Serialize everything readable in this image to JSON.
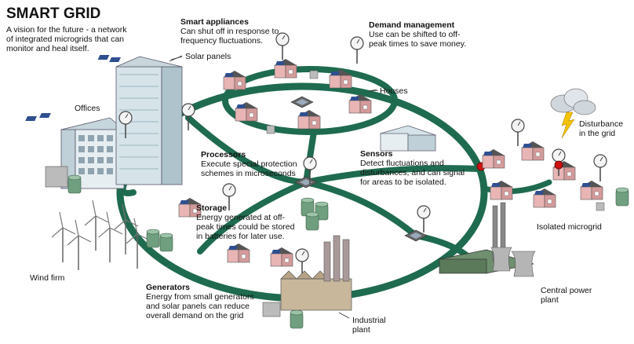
{
  "title": "SMART GRID",
  "subtitle": "A vision for the future - a network\nof integrated microgrids that can\nmonitor and heal itself.",
  "callouts": {
    "smart_appliances": {
      "heading": "Smart appliances",
      "body": "Can shut off in response to\nfrequency fluctuations."
    },
    "demand_management": {
      "heading": "Demand management",
      "body": "Use can be shifted to off-\npeak times to save money."
    },
    "processors": {
      "heading": "Processors",
      "body": "Execute special protection\nschemes in microseconds"
    },
    "sensors": {
      "heading": "Sensors",
      "body": "Detect fluctuations and\ndisturbances, and can signal\nfor areas to be isolated."
    },
    "storage": {
      "heading": "Storage",
      "body": "Energy generated at off-\npeak times could be stored\nin batteries for later use."
    },
    "generators": {
      "heading": "Generators",
      "body": "Energy from small generators\nand solar panels can reduce\noverall demand on the grid"
    }
  },
  "labels": {
    "solar_panels": "Solar panels",
    "offices": "Offices",
    "houses": "Houses",
    "disturbance": "Disturbance\nin the grid",
    "isolated_microgrid": "Isolated microgrid",
    "wind_farm": "Wind firm",
    "industrial_plant": "Industrial\nplant",
    "central_power_plant": "Central power\nplant"
  },
  "colors": {
    "grid_line": "#1f6b4f",
    "house_wall": "#e8b4b4",
    "roof": "#4a4a4a",
    "building": "#d6e4ea",
    "disturbance": "#cc1111"
  }
}
